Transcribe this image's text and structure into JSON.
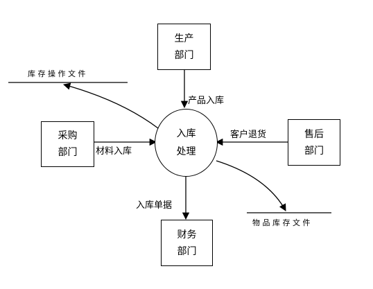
{
  "entities": {
    "production": {
      "line1": "生产",
      "line2": "部门"
    },
    "purchasing": {
      "line1": "采购",
      "line2": "部门"
    },
    "after_sales": {
      "line1": "售后",
      "line2": "部门"
    },
    "finance": {
      "line1": "财务",
      "line2": "部门"
    }
  },
  "process": {
    "line1": "入库",
    "line2": "处理"
  },
  "data_stores": {
    "inventory_file": "库 存 操 作 文 件",
    "goods_file": "物 品 库 存 文 件"
  },
  "flows": {
    "product_in": "产品入库",
    "material_in": "材料入库",
    "customer_return": "客户退货",
    "in_receipt": "入库单据"
  }
}
